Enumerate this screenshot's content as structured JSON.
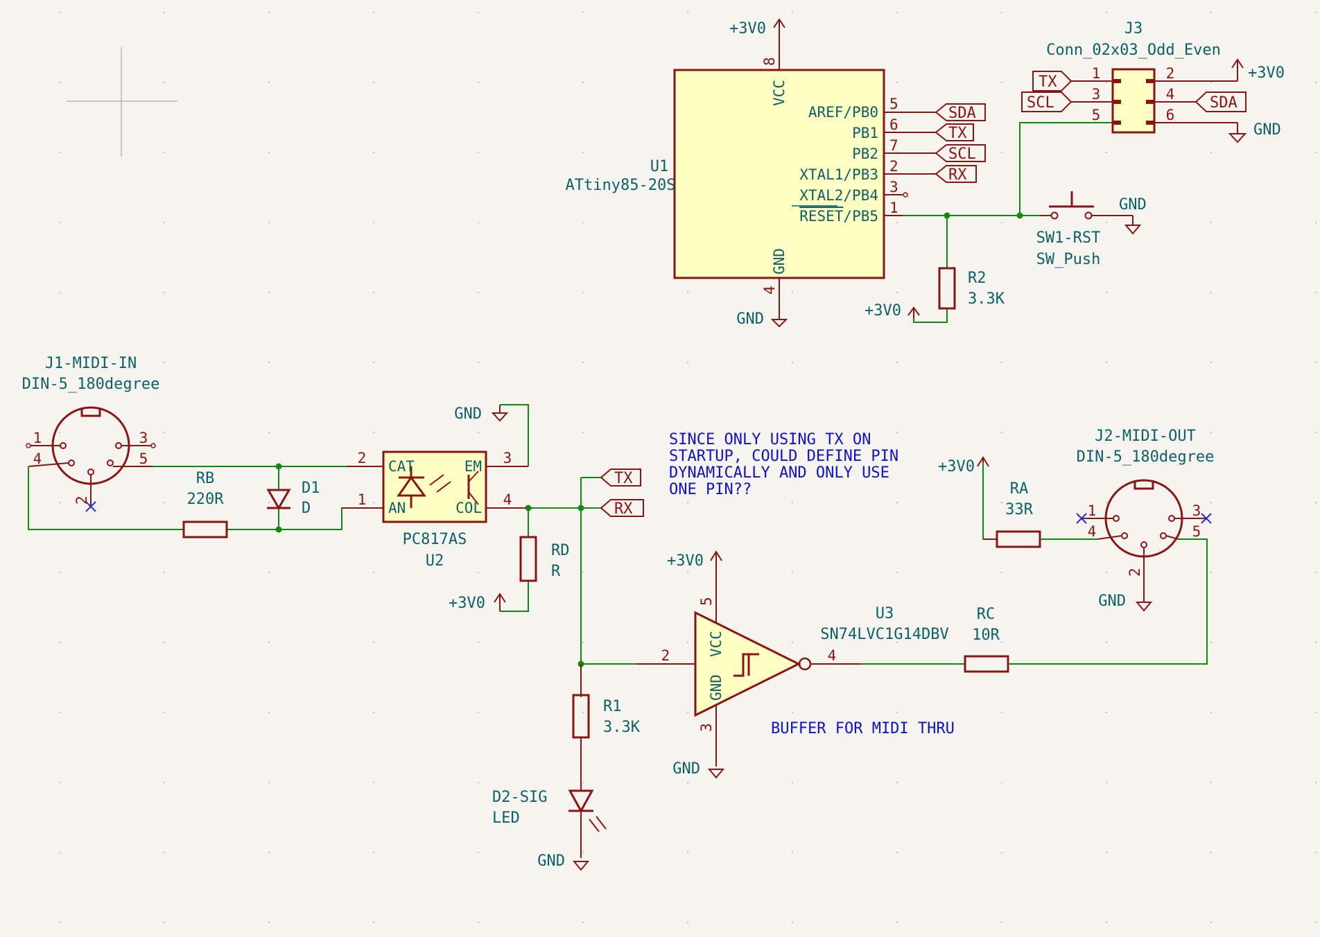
{
  "components": {
    "u1": {
      "ref": "U1",
      "value": "ATtiny85-20S",
      "pins": {
        "aref": "AREF/PB0",
        "pb1": "PB1",
        "pb2": "PB2",
        "xtal1": "XTAL1/PB3",
        "xtal2": "XTAL2/PB4",
        "reset": "RESET",
        "reset_suffix": "/PB5",
        "vcc": "VCC",
        "gnd": "GND"
      },
      "pin_numbers": [
        "5",
        "6",
        "7",
        "2",
        "3",
        "1",
        "8",
        "4"
      ]
    },
    "j3": {
      "ref": "J3",
      "value": "Conn_02x03_Odd_Even",
      "pin_numbers": [
        "1",
        "3",
        "5",
        "2",
        "4",
        "6"
      ]
    },
    "sw1": {
      "ref": "SW1-RST",
      "value": "SW_Push"
    },
    "r2": {
      "ref": "R2",
      "value": "3.3K"
    },
    "j1": {
      "ref": "J1-MIDI-IN",
      "value": "DIN-5_180degree",
      "pin_numbers": [
        "1",
        "4",
        "2",
        "3",
        "5"
      ]
    },
    "rb": {
      "ref": "RB",
      "value": "220R"
    },
    "d1": {
      "ref": "D1",
      "value": "D"
    },
    "u2": {
      "ref": "U2",
      "value": "PC817AS",
      "pins": {
        "cat": "CAT",
        "an": "AN",
        "em": "EM",
        "col": "COL"
      },
      "pin_numbers": [
        "2",
        "1",
        "3",
        "4"
      ]
    },
    "rd": {
      "ref": "RD",
      "value": "R"
    },
    "u3": {
      "ref": "U3",
      "value": "SN74LVC1G14DBV",
      "pins": {
        "vcc": "VCC",
        "gnd": "GND"
      },
      "pin_numbers": [
        "5",
        "2",
        "3",
        "4"
      ]
    },
    "rc": {
      "ref": "RC",
      "value": "10R"
    },
    "ra": {
      "ref": "RA",
      "value": "33R"
    },
    "j2": {
      "ref": "J2-MIDI-OUT",
      "value": "DIN-5_180degree",
      "pin_numbers": [
        "1",
        "4",
        "2",
        "3",
        "5"
      ]
    },
    "r1": {
      "ref": "R1",
      "value": "3.3K"
    },
    "d2": {
      "ref": "D2-SIG",
      "value": "LED"
    }
  },
  "power": {
    "v3": "+3V0",
    "gnd": "GND"
  },
  "nets": {
    "sda": "SDA",
    "tx": "TX",
    "scl": "SCL",
    "rx": "RX"
  },
  "notes": {
    "note1_lines": [
      "SINCE ONLY USING TX ON",
      "STARTUP, COULD DEFINE PIN",
      "DYNAMICALLY AND ONLY USE",
      "ONE PIN??"
    ],
    "note2": "BUFFER FOR MIDI THRU"
  },
  "colors": {
    "wire": "#0f8a0f",
    "symbol": "#8a1414",
    "body_fill": "#ffffc3",
    "text": "#0f5f69",
    "note": "#1010c8",
    "background": "#f5f4ef"
  }
}
